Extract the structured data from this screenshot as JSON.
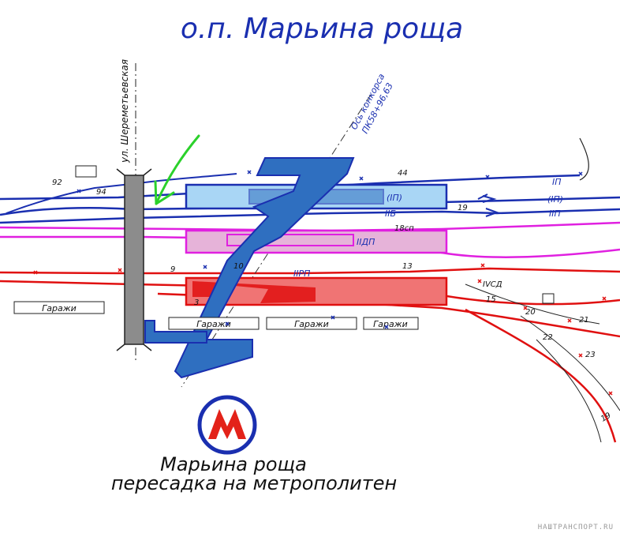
{
  "title": "о.п. Марьина роща",
  "caption_line1": "Марьина роща",
  "caption_line2": "пересадка на метрополитен",
  "street": "ул. Шереметьевская",
  "axis_label_line1": "Ось конкорса",
  "axis_label_line2": "ПК58+96,63",
  "track_labels": {
    "ip_right": "IП",
    "ip_paren_right": "(IП)",
    "iip_right": "IIП",
    "ip_paren_platform": "(IП)",
    "iib": "IIБ",
    "iidp": "IIДП",
    "iirp": "IIРП",
    "ivsd": "IVСД",
    "iii": "3"
  },
  "switch_numbers": [
    "92",
    "94",
    "44",
    "19",
    "18сп",
    "9",
    "10",
    "13",
    "15",
    "20",
    "21",
    "22",
    "23",
    "19"
  ],
  "garages": [
    "Гаражи",
    "Гаражи",
    "Гаражи",
    "Гаражи"
  ],
  "metro_logo_letter": "М",
  "watermark": "НАШТРАНСПОРТ.RU",
  "colors": {
    "blue": "#1a2fb0",
    "magenta": "#e020e0",
    "red": "#e01010",
    "concourse": "#2f6fc0",
    "metro_red": "#e32219",
    "arrow_green": "#2bd12b"
  }
}
